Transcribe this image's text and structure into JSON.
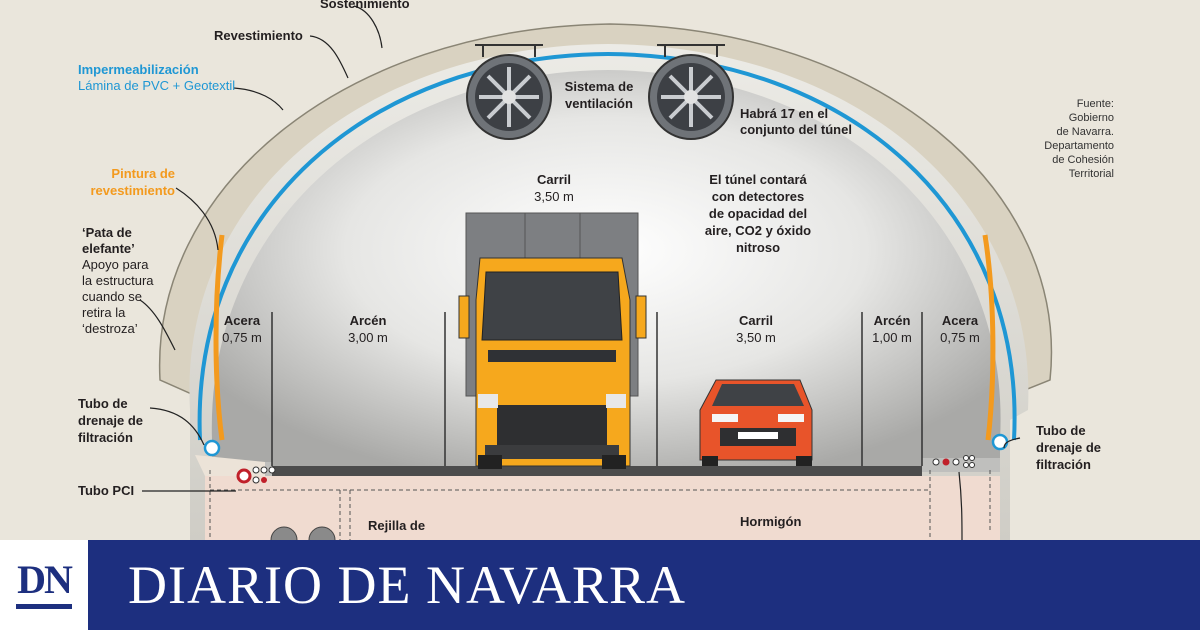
{
  "diagram": {
    "labels": {
      "sostenimiento": "Sostenimiento",
      "revestimiento": "Revestimiento",
      "impermeabilizacion": "Impermeabilización",
      "lamina": "Lámina de PVC + Geotextil",
      "pintura_1": "Pintura de",
      "pintura_2": "revestimiento",
      "pata_1": "‘Pata de",
      "pata_2": "elefante’",
      "apoyo_1": "Apoyo para",
      "apoyo_2": "la estructura",
      "apoyo_3": "cuando se",
      "apoyo_4": "retira la",
      "apoyo_5": "‘destroza’",
      "tubo_drenaje_left_1": "Tubo de",
      "tubo_drenaje_left_2": "drenaje de",
      "tubo_drenaje_left_3": "filtración",
      "tubo_drenaje_right_1": "Tubo de",
      "tubo_drenaje_right_2": "drenaje de",
      "tubo_drenaje_right_3": "filtración",
      "tubo_pci": "Tubo PCI",
      "rejilla": "Rejilla de",
      "hormigon": "Hormigón",
      "ventilacion_1": "Sistema de",
      "ventilacion_2": "ventilación",
      "habra_1": "Habrá 17 en el",
      "habra_2": "conjunto del túnel",
      "detectores_1": "El túnel contará",
      "detectores_2": "con detectores",
      "detectores_3": "de opacidad del",
      "detectores_4": "aire, CO2 y óxido",
      "detectores_5": "nitroso"
    },
    "lanes": {
      "acera_left": {
        "name": "Acera",
        "width": "0,75 m"
      },
      "arcen_left": {
        "name": "Arcén",
        "width": "3,00 m"
      },
      "carril_left": {
        "name": "Carril",
        "width": "3,50 m"
      },
      "carril_right": {
        "name": "Carril",
        "width": "3,50 m"
      },
      "arcen_right": {
        "name": "Arcén",
        "width": "1,00 m"
      },
      "acera_right": {
        "name": "Acera",
        "width": "0,75 m"
      }
    },
    "source": {
      "line1": "Fuente:",
      "line2": "Gobierno",
      "line3": "de Navarra.",
      "line4": "Departamento",
      "line5": "de Cohesión",
      "line6": "Territorial"
    },
    "colors": {
      "rock": "#d6cfbf",
      "lining": "#f2f0ea",
      "interior": "#dcdcdc",
      "waterproof": "#1f97d4",
      "paint": "#f39a1e",
      "concrete": "#f0dbd0",
      "truck": "#f6a81d",
      "car": "#e8542a"
    }
  },
  "brand": {
    "logo": "DN",
    "name": "DIARIO DE NAVARRA",
    "color": "#1d2f7f"
  }
}
